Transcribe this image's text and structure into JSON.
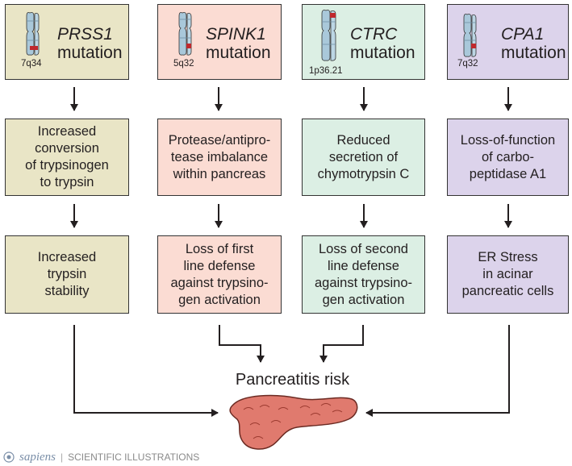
{
  "genes": [
    {
      "name": "PRSS1",
      "suffix": "mutation",
      "locus": "7q34"
    },
    {
      "name": "SPINK1",
      "suffix": "mutation",
      "locus": "5q32"
    },
    {
      "name": "CTRC",
      "suffix": "mutation",
      "locus": "1p36.21"
    },
    {
      "name": "CPA1",
      "suffix": "mutation",
      "locus": "7q32"
    }
  ],
  "mechanisms": [
    "Increased\nconversion\nof trypsinogen\nto trypsin",
    "Protease/antipro-\ntease imbalance\nwithin pancreas",
    "Reduced\nsecretion of\nchymotrypsin C",
    "Loss-of-function\nof carbo-\npeptidase A1"
  ],
  "effects": [
    "Increased\ntrypsin\nstability",
    "Loss of first\nline defense\nagainst trypsino-\ngen activation",
    "Loss of second\nline defense\nagainst trypsino-\ngen activation",
    "ER Stress\nin acinar\npancreatic cells"
  ],
  "outcome": {
    "label": "Pancreatitis risk"
  },
  "footer": {
    "brand": "sapiens",
    "separator": "|",
    "text": "SCIENTIFIC ILLUSTRATIONS"
  },
  "colors": {
    "prss1_box": "#e9e5c6",
    "spink1_box": "#fbdcd3",
    "ctrc_box": "#dcefe4",
    "cpa1_box": "#dcd3eb",
    "pancreas": "#e07a6e",
    "chromosome": "#a9c8da",
    "mutation_band": "#c0282d"
  },
  "icons": [
    "chromosome-icon",
    "arrow-down-icon",
    "pancreas-icon",
    "sapiens-logo-icon"
  ]
}
